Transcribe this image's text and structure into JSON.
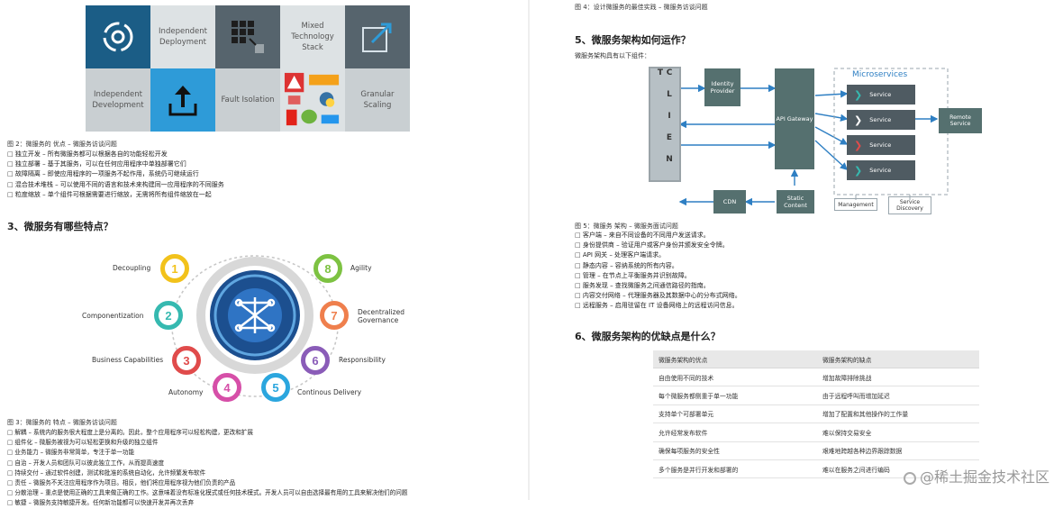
{
  "fig2": {
    "tiles": {
      "independent_deployment": "Independent Deployment",
      "mixed_technology_stack": "Mixed Technology Stack",
      "independent_development": "Independent Development",
      "fault_isolation": "Fault Isolation",
      "granular_scaling": "Granular Scaling"
    },
    "caption": "图 2：微服务的 优点 – 微服务访谈问题",
    "items": [
      "独立开发 – 所有微服务都可以根据各自的功能轻松开发",
      "独立部署 – 基于其服务，可以在任何应用程序中单独部署它们",
      "故障隔离 – 即使应用程序的一项服务不起作用，系统仍可继续运行",
      "混合技术堆栈 – 可以使用不同的语言和技术来构建同一应用程序的不同服务",
      "粒度缩放 – 单个组件可根据需要进行缩放，无需将所有组件缩放在一起"
    ]
  },
  "section3": {
    "heading": "3、微服务有哪些特点？"
  },
  "fig3": {
    "features": [
      {
        "num": "1",
        "label": "Decoupling",
        "color": "#f2c21b"
      },
      {
        "num": "2",
        "label": "Componentization",
        "color": "#36b9b0"
      },
      {
        "num": "3",
        "label": "Business Capabilities",
        "color": "#e04b4b"
      },
      {
        "num": "4",
        "label": "Autonomy",
        "color": "#d64fa8"
      },
      {
        "num": "5",
        "label": "Continous Delivery",
        "color": "#2ba6de"
      },
      {
        "num": "6",
        "label": "Responsibility",
        "color": "#8a5cb8"
      },
      {
        "num": "7",
        "label": "Decentralized Governance",
        "color": "#ef7f4d"
      },
      {
        "num": "8",
        "label": "Agility",
        "color": "#7dc242"
      }
    ],
    "caption": "图 3：微服务的 特点 – 微服务访谈问题",
    "items": [
      "解耦 – 系统内的服务很大程度上是分离的。因此，整个应用程序可以轻松构建，更改和扩展",
      "组件化 – 微服务被视为可以轻松更换和升级的独立组件",
      "业务能力 – 微服务非常简单，专注于单一功能",
      "自治 – 开发人员和团队可以彼此独立工作，从而提高速度",
      "持续交付 – 通过软件创建，测试和批准的系统自动化，允许频繁发布软件",
      "责任 – 微服务不关注应用程序作为项目。相反，他们将应用程序视为他们负责的产品",
      "分散治理 – 重点是使用正确的工具来做正确的工作。这意味着没有标准化模式或任何技术模式。开发人员可以自由选择最有用的工具来解决他们的问题",
      "敏捷 – 微服务支持敏捷开发。任何新功能都可以快速开发并再次丢弃"
    ]
  },
  "fig4": {
    "caption": "图 4：设计微服务的最佳实践 – 微服务访谈问题"
  },
  "section5": {
    "heading": "5、微服务架构如何运作？",
    "intro": "微服务架构具有以下组件："
  },
  "fig5": {
    "client": "C L I E N T",
    "identity_provider": "Identity Provider",
    "api_gateway": "API Gateway",
    "cdn": "CDN",
    "static_content": "Static Content",
    "microservices": "Microservices",
    "service": "Service",
    "remote_service": "Remote Service",
    "management": "Management",
    "service_discovery": "Service Discovery",
    "caption": "图 5：微服务 架构 – 微服务面试问题",
    "items": [
      "客户端 – 来自不同设备的不同用户发送请求。",
      "身份提供商 – 验证用户或客户身份并颁发安全令牌。",
      "API 网关 – 处理客户端请求。",
      "静态内容 – 容纳系统的所有内容。",
      "管理 – 在节点上平衡服务并识别故障。",
      "服务发现 – 查找微服务之间通信路径的指南。",
      "内容交付网络 – 代理服务器及其数据中心的分布式网络。",
      "远程服务 – 启用驻留在 IT 设备网络上的远程访问信息。"
    ]
  },
  "section6": {
    "heading": "6、微服务架构的优缺点是什么？"
  },
  "table": {
    "headers": [
      "微服务架构的优点",
      "微服务架构的缺点"
    ],
    "rows": [
      [
        "自由使用不同的技术",
        "增加故障排除挑战"
      ],
      [
        "每个微服务都侧重于单一功能",
        "由于远程呼叫而增加延迟"
      ],
      [
        "支持单个可部署单元",
        "增加了配置和其他操作的工作量"
      ],
      [
        "允许经常发布软件",
        "难以保持交易安全"
      ],
      [
        "确保每项服务的安全性",
        "艰难地跨越各种边界跟踪数据"
      ],
      [
        "多个服务是并行开发和部署的",
        "难以在服务之间进行编码"
      ]
    ]
  },
  "watermark": "@稀土掘金技术社区"
}
